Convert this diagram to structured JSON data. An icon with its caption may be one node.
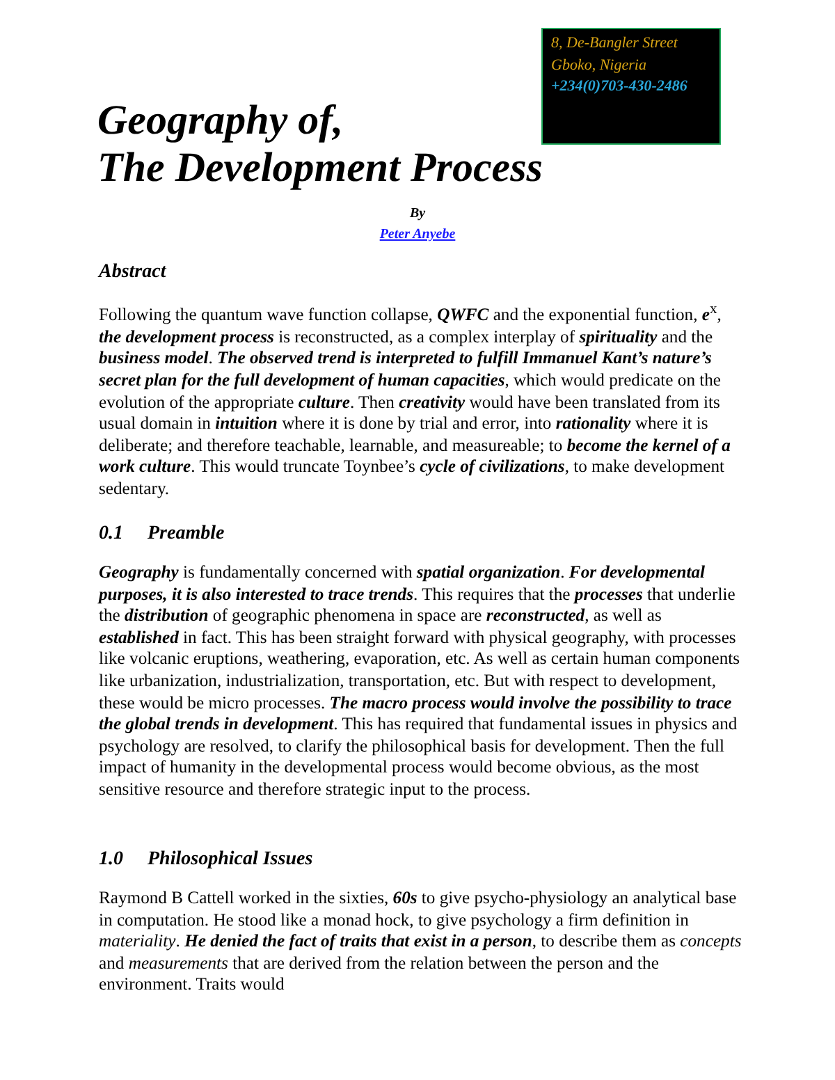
{
  "diagram": {
    "title": "Geography of, The Development Process",
    "labels": [
      "8, De-Bangler Street",
      "Gboko, Nigeria",
      "+234(0)703-430-2486",
      "By",
      "Peter Anyebe",
      "Abstract",
      "Following the quantum wave function collapse, **QWFC** and the exponential function, **e**$^{x}$, **the development process** is reconstructed, as a complex interplay of **spirituality** and the **business model**. **The observed trend is interpreted to fulfill Immanuel Kant’s nature’s secret plan for the full development of human capacities**, which would predicate on the evolution of the appropriate **culture**. Then **creativity** would have been translated from its usual domain in **intuition** where it is done by trial and error, into **rationality** where it is deliberate; and therefore teachable, learnable, and measureable; to **become the kernel of a work culture**. This would truncate Toynbee’s **cycle of civilizations**, to make development sedentary.",
      "0.1",
      "Preamble",
      "**Geography** is fundamentally concerned with **spatial organization**. **For developmental purposes, it is also interested to trace trends**. This requires that the **processes** that underlie the **distribution** of geographic phenomena in space are **reconstructed**, as well as **established** in fact. This has been straight forward with physical geography, with processes like volcanic eruptions, weathering, evaporation, etc. As well as certain human components like urbanization, industrialization, transportation, etc. But with respect to development, these would be micro processes. **The macro process would involve the possibility to trace the global trends in development**. This has required that fundamental issues in physics and psychology are resolved, to clarify the philosophical basis for development. Then the full impact of humanity in the developmental process would become obvious, as the most sensitive resource and therefore strategic input to the process.",
      "1.0",
      "Philosophical Issues",
      "Raymond B Cattell worked in the sixties, **60s** to give psycho-physiology an analytical base in computation. He stood like a monad hock, to give psychology a firm definition in *materiality*. **He denied the fact of traits that exist in a person**, to describe them as *concepts* and *measurements* that are derived from the relation between the person and the environment. Traits would"
    ]
  }
}
